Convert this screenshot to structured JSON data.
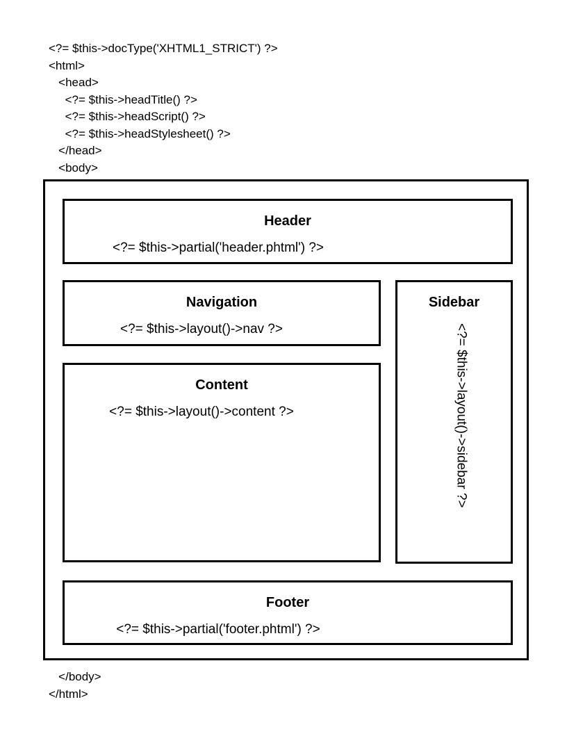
{
  "document": {
    "kind": "php-view-layout-diagram"
  },
  "code_top": "<?= $this->docType('XHTML1_STRICT') ?>\n<html>\n   <head>\n     <?= $this->headTitle() ?>\n     <?= $this->headScript() ?>\n     <?= $this->headStylesheet() ?>\n   </head>\n   <body>",
  "code_bottom": "   </body>\n</html>",
  "regions": {
    "header": {
      "title": "Header",
      "code": "<?= $this->partial('header.phtml') ?>"
    },
    "navigation": {
      "title": "Navigation",
      "code": "<?= $this->layout()->nav ?>"
    },
    "content": {
      "title": "Content",
      "code": "<?= $this->layout()->content ?>"
    },
    "sidebar": {
      "title": "Sidebar",
      "code": "<?= $this->layout()->sidebar ?>"
    },
    "footer": {
      "title": "Footer",
      "code": "<?= $this->partial('footer.phtml') ?>"
    }
  },
  "colors": {
    "stroke": "#000000",
    "background": "#ffffff",
    "text": "#000000"
  }
}
